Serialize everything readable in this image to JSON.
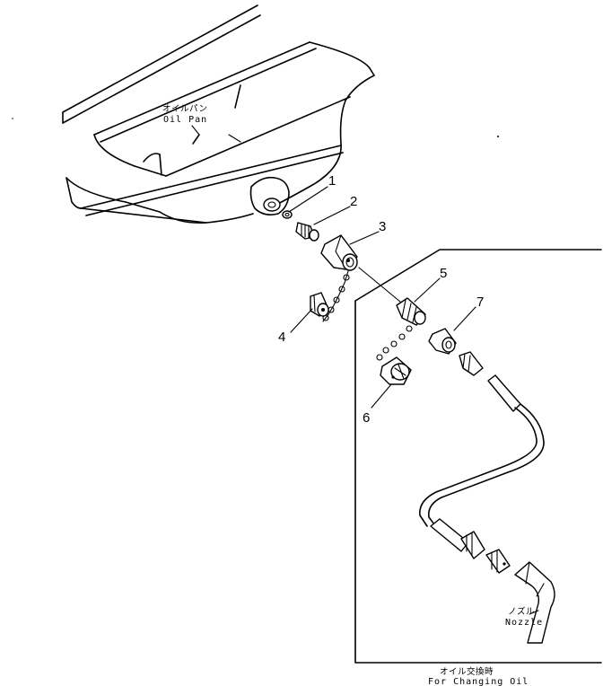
{
  "labels": {
    "oil_pan_jp": "オイルパン",
    "oil_pan_en": "Oil Pan",
    "nozzle_jp": "ノズル",
    "nozzle_en": "Nozzle",
    "changing_jp": "オイル交換時",
    "changing_en": "For Changing Oil"
  },
  "callouts": [
    "1",
    "2",
    "3",
    "4",
    "5",
    "6",
    "7"
  ]
}
